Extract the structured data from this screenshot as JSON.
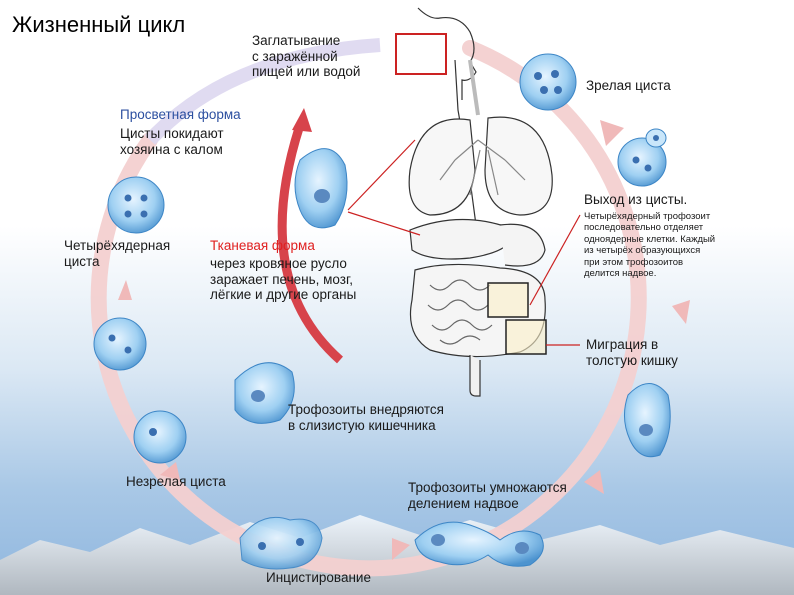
{
  "title": "Жизненный цикл",
  "labels": {
    "swallow": "Заглатывание\nс заражённой\nпищей или водой",
    "mature_cyst": "Зрелая циста",
    "lumen_form_title": "Просветная форма",
    "lumen_form_text": "Цисты покидают\nхозяина с калом",
    "four_nuclear_cyst": "Четырёхядерная\nциста",
    "tissue_form_title": "Тканевая форма",
    "tissue_form_text": "через кровяное русло\nзаражает печень, мозг,\nлёгкие и другие органы",
    "excyst_title": "Выход из цисты.",
    "excyst_text": "Четырёхядерный трофозоит\nпоследовательно отделяет\nодноядерные клетки. Каждый\nиз четырёх образующихся\nпри этом трофозоитов\nделится надвое.",
    "migration": "Миграция в\nтолстую кишку",
    "invade": "Трофозоиты внедряются\nв слизистую кишечника",
    "immature_cyst": "Незрелая циста",
    "multiply": "Трофозоиты умножаются\nделением надвое",
    "encystation": "Инцистирование"
  },
  "colors": {
    "cycle_arrow": "#f2c8c8",
    "tissue_arrow": "#d9404a",
    "cell_fill": "#8fc3ea",
    "cell_edge": "#3d86c6",
    "box": "#cc2222",
    "lumen_text": "#2c4fa0",
    "tissue_text": "#e02020"
  }
}
